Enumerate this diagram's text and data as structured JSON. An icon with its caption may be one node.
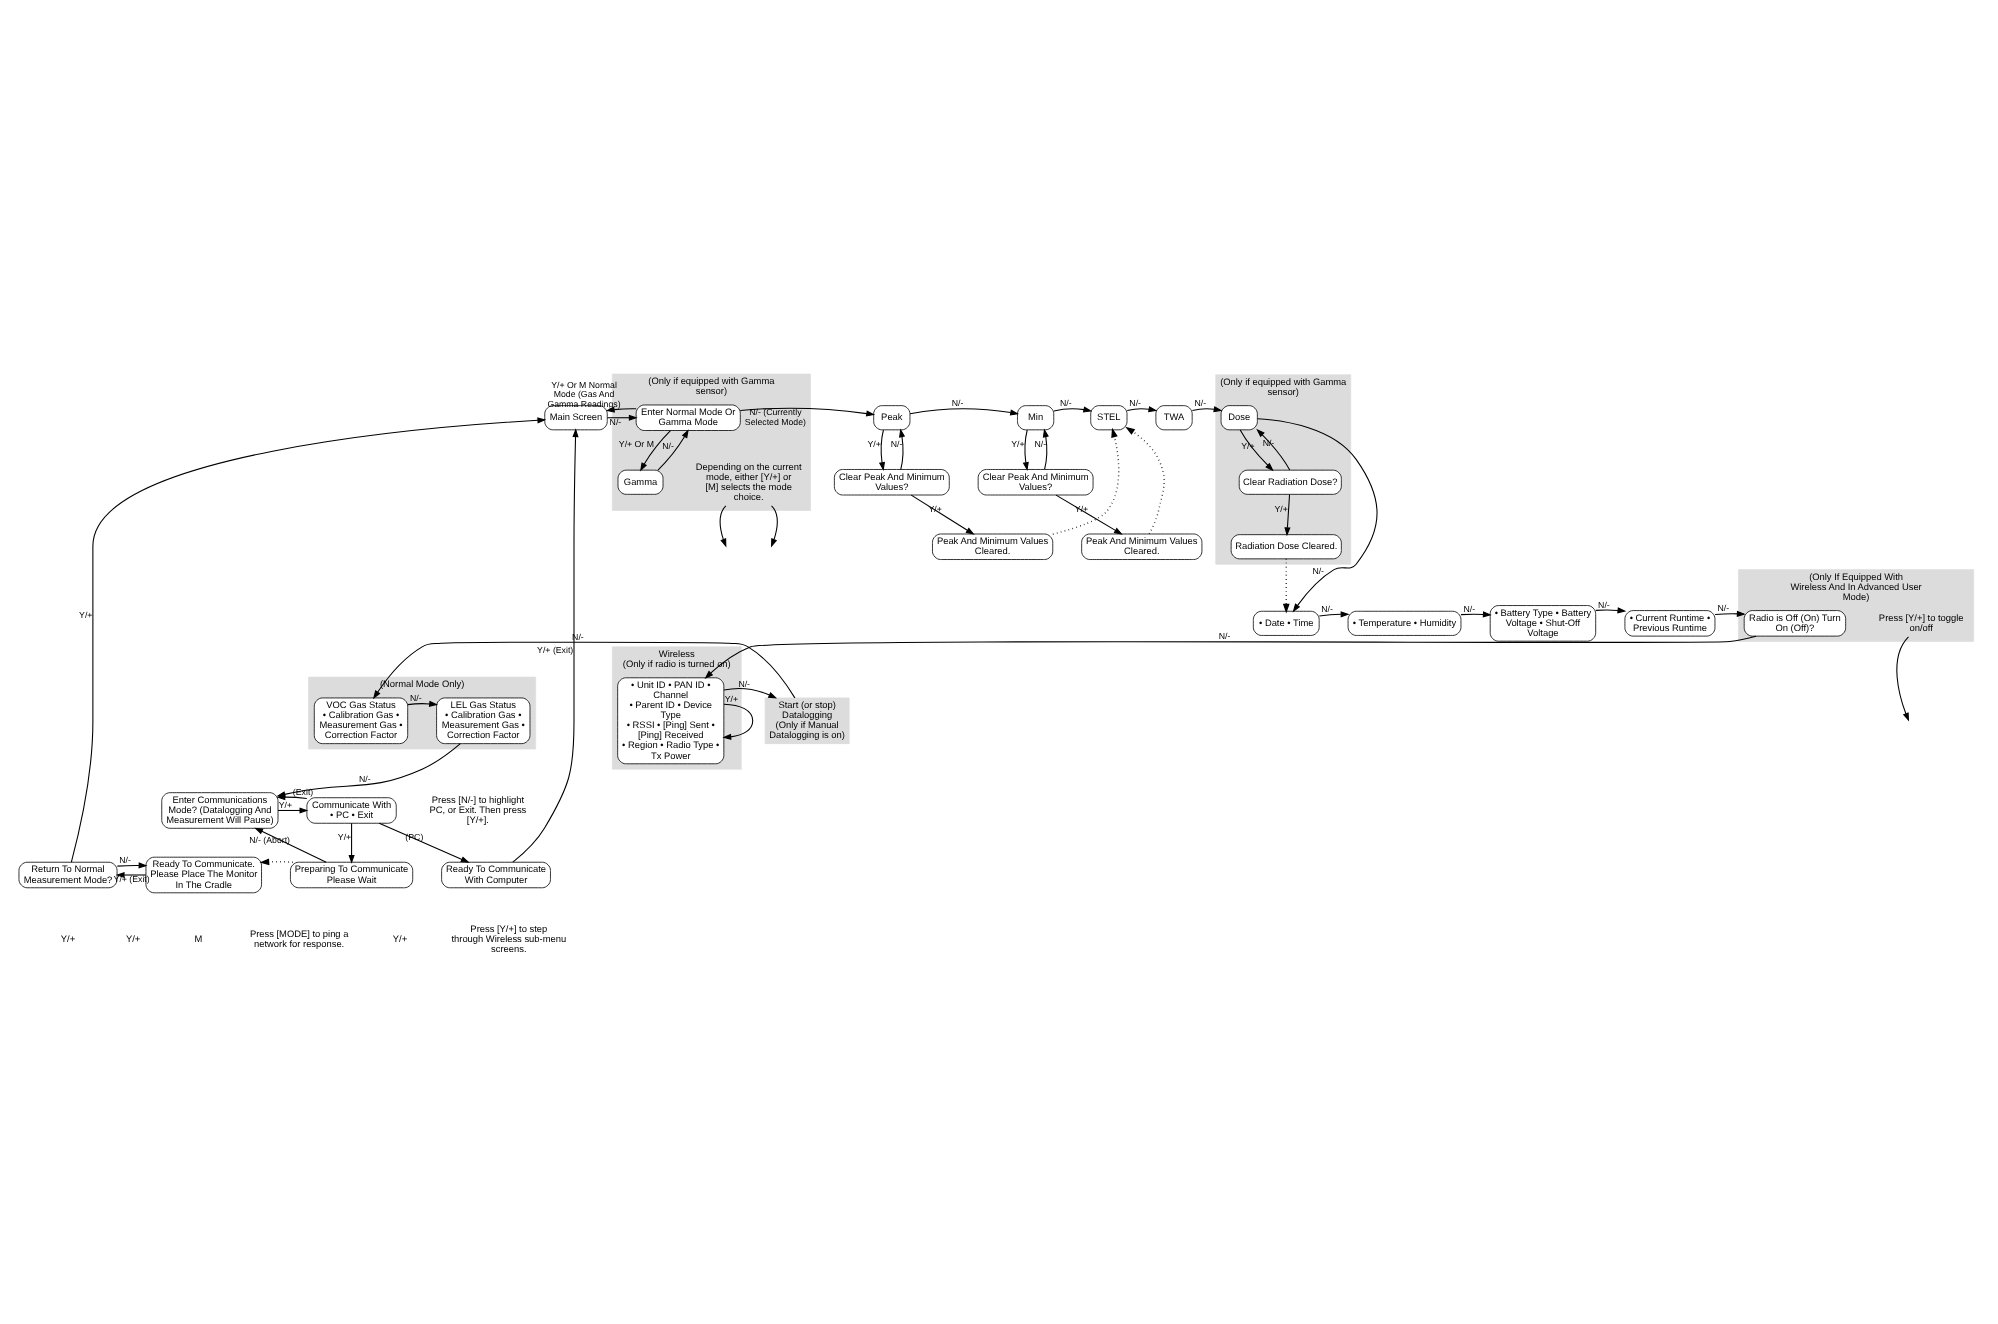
{
  "diagram": {
    "nodes": [
      {
        "text": [
          "Main Screen"
        ]
      },
      {
        "text": [
          "(Only if equipped with Gamma sensor)"
        ]
      },
      {
        "text": [
          "Enter Normal Mode Or Gamma Mode"
        ],
        "in": 1
      },
      {
        "text": [
          "Gamma"
        ],
        "in": 1
      },
      {
        "text": [
          "Depending on the current mode, either [Y/+] or [M] selects the mode choice."
        ],
        "in": 1
      },
      {
        "text": [
          "Peak"
        ]
      },
      {
        "text": [
          "Clear Peak And Minimum Values?"
        ]
      },
      {
        "text": [
          "Peak And Minimum Values Cleared."
        ]
      },
      {
        "text": [
          "Min"
        ]
      },
      {
        "text": [
          "Clear Peak And Minimum Values?"
        ]
      },
      {
        "text": [
          "Peak And Minimum Values Cleared."
        ]
      },
      {
        "text": [
          "STEL"
        ]
      },
      {
        "text": [
          "TWA"
        ]
      },
      {
        "text": [
          "(Only if equipped with Gamma sensor)"
        ]
      },
      {
        "text": [
          "Dose"
        ],
        "in": 13
      },
      {
        "text": [
          "Clear Radiation Dose?"
        ],
        "in": 13
      },
      {
        "text": [
          "Radiation Dose Cleared."
        ],
        "in": 13
      },
      {
        "text": [
          "• Date • Time"
        ]
      },
      {
        "text": [
          "• Temperature • Humidity"
        ]
      },
      {
        "text": [
          "• Battery Type • Battery Voltage • Shut-Off Voltage"
        ]
      },
      {
        "text": [
          "• Current Runtime • Previous Runtime"
        ]
      },
      {
        "text": [
          "(Only If Equipped With Wireless And In Advanced User Mode)"
        ]
      },
      {
        "text": [
          "Radio is Off (On) Turn On (Off)?"
        ],
        "in": 21
      },
      {
        "text": [
          "Press [Y/+] to toggle on/off"
        ],
        "in": 21
      },
      {
        "text": [
          "Wireless",
          "(Only if radio is turned on)"
        ]
      },
      {
        "text": [
          "• Unit ID • PAN ID • Channel",
          "• Parent ID • Device Type",
          "• RSSI • [Ping] Sent • [Ping] Received",
          "• Region • Radio Type • Tx Power"
        ],
        "in": 24
      },
      {
        "text": [
          "Start (or stop) Datalogging",
          "(Only if Manual Datalogging is on)"
        ]
      },
      {
        "text": [
          "(Normal Mode Only)"
        ]
      },
      {
        "text": [
          "VOC Gas Status",
          "• Calibration Gas • Measurement Gas • Correction Factor"
        ],
        "in": 27
      },
      {
        "text": [
          "LEL Gas Status",
          "• Calibration Gas • Measurement Gas • Correction Factor"
        ],
        "in": 27
      },
      {
        "text": [
          "Enter Communications Mode? (Datalogging And Measurement Will Pause)"
        ]
      },
      {
        "text": [
          "Communicate With",
          "• PC • Exit"
        ],
        "beside": [
          "Press [N/-] to highlight PC, or Exit. Then press [Y/+]."
        ]
      },
      {
        "text": [
          "Preparing To Communicate Please Wait"
        ]
      },
      {
        "text": [
          "Ready To Communicate With Computer"
        ]
      },
      {
        "text": [
          "Return To Normal Measurement Mode?"
        ]
      },
      {
        "text": [
          "Ready To Communicate. Please Place The Monitor In The Cradle"
        ]
      }
    ],
    "edges": [
      {
        "from": 0,
        "to": 2,
        "arrow": "to",
        "label": "N/-"
      },
      {
        "from": 2,
        "to": 5,
        "arrow": "to",
        "label": "N/- (Currently Selected Mode)"
      },
      {
        "from": 2,
        "to": 0,
        "arrow": "to",
        "label": "Y/+ Or M Normal Mode (Gas And Gamma Readings)"
      },
      {
        "from": 2,
        "to": 3,
        "arrow": "to",
        "label": "Y/+ Or M"
      },
      {
        "from": 3,
        "to": 2,
        "arrow": "to",
        "label": "N/-"
      },
      {
        "from": 4,
        "to": null,
        "arrow": "to"
      },
      {
        "from": 4,
        "to": null,
        "arrow": "to"
      },
      {
        "from": 5,
        "to": 8,
        "arrow": "to",
        "label": "N/-"
      },
      {
        "from": 5,
        "to": 6,
        "arrow": "to",
        "label": "Y/+"
      },
      {
        "from": 6,
        "to": 5,
        "arrow": "to",
        "label": "N/-"
      },
      {
        "from": 6,
        "to": 7,
        "arrow": "to",
        "label": "Y/+"
      },
      {
        "from": 7,
        "to": 11,
        "arrow": "to",
        "style": "dashed"
      },
      {
        "from": 8,
        "to": 11,
        "arrow": "to",
        "label": "N/-"
      },
      {
        "from": 8,
        "to": 9,
        "arrow": "to",
        "label": "Y/+"
      },
      {
        "from": 9,
        "to": 8,
        "arrow": "to",
        "label": "N/-"
      },
      {
        "from": 9,
        "to": 10,
        "arrow": "to",
        "label": "Y/+"
      },
      {
        "from": 10,
        "to": 11,
        "arrow": "to",
        "style": "dashed"
      },
      {
        "from": 11,
        "to": 12,
        "arrow": "to",
        "label": "N/-"
      },
      {
        "from": 12,
        "to": 14,
        "arrow": "to",
        "label": "N/-"
      },
      {
        "from": 14,
        "to": 15,
        "arrow": "to",
        "label": "Y/+"
      },
      {
        "from": 15,
        "to": 14,
        "arrow": "to",
        "label": "N/-"
      },
      {
        "from": 15,
        "to": 16,
        "arrow": "to",
        "label": "Y/+"
      },
      {
        "from": 16,
        "to": 17,
        "arrow": "to",
        "style": "dashed"
      },
      {
        "from": 14,
        "to": 17,
        "arrow": "to",
        "label": "N/-"
      },
      {
        "from": 17,
        "to": 18,
        "arrow": "to",
        "label": "N/-"
      },
      {
        "from": 18,
        "to": 19,
        "arrow": "to",
        "label": "N/-"
      },
      {
        "from": 19,
        "to": 20,
        "arrow": "to",
        "label": "N/-"
      },
      {
        "from": 20,
        "to": 22,
        "arrow": "to",
        "label": "N/-"
      },
      {
        "from": 22,
        "to": 25,
        "arrow": "to",
        "label": "N/-"
      },
      {
        "from": 23,
        "to": null,
        "arrow": "to"
      },
      {
        "from": 25,
        "to": 25,
        "arrow": "to",
        "label": "Y/+"
      },
      {
        "from": 25,
        "to": 26,
        "arrow": "to",
        "label": "N/-"
      },
      {
        "from": 26,
        "to": 28,
        "arrow": "to",
        "label": "N/-"
      },
      {
        "from": 28,
        "to": 29,
        "arrow": "to",
        "label": "N/-"
      },
      {
        "from": 29,
        "to": 30,
        "arrow": "to",
        "label": "N/-"
      },
      {
        "from": 30,
        "to": 31,
        "arrow": "to",
        "label": "Y/+"
      },
      {
        "from": 31,
        "to": 30,
        "arrow": "to",
        "label": "(Exit)"
      },
      {
        "from": 31,
        "to": 32,
        "arrow": "to",
        "label": "Y/+"
      },
      {
        "from": 31,
        "to": 33,
        "arrow": "to",
        "label": "(PC)"
      },
      {
        "from": 32,
        "to": 30,
        "arrow": "to",
        "label": "N/- (Abort)"
      },
      {
        "from": 32,
        "to": 35,
        "arrow": "to",
        "style": "dashed"
      },
      {
        "from": 35,
        "to": 34,
        "arrow": "to",
        "label": "Y/+ (Exit)"
      },
      {
        "from": 34,
        "to": 35,
        "arrow": "to",
        "label": "N/-"
      },
      {
        "from": 34,
        "to": 0,
        "arrow": "to",
        "label": "Y/+"
      },
      {
        "from": 33,
        "to": 0,
        "arrow": "to",
        "label": "Y/+ (Exit)"
      }
    ],
    "labels": [
      "Y/+",
      "Y/+",
      "M",
      "Press [MODE] to ping a network for response.",
      "Y/+",
      "Press [Y/+] to step through Wireless sub-menu screens."
    ]
  }
}
